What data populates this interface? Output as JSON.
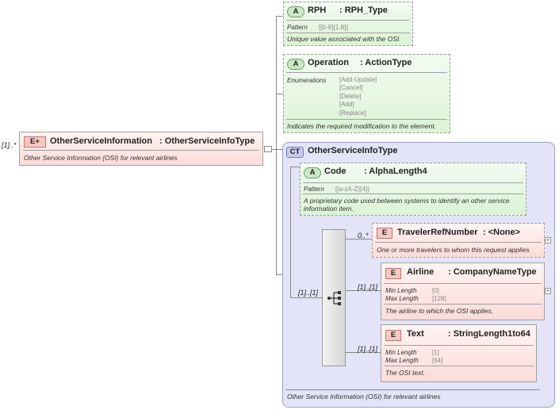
{
  "root": {
    "cardinality": "[1]..*",
    "badge": "E",
    "badge_suffix": "+",
    "name": "OtherServiceInformation",
    "type": ": OtherServiceInfoType",
    "description": "Other Service Information (OSI) for relevant airlines"
  },
  "attributes": [
    {
      "badge": "A",
      "name": "RPH",
      "type": ": RPH_Type",
      "facet_label": "Pattern",
      "facet_value": "[[0-9]{1,8}]",
      "description": "Unique value associated with the OSI."
    },
    {
      "badge": "A",
      "name": "Operation",
      "type": ": ActionType",
      "facet_label": "Enumerations",
      "enumerations": [
        "[Add-Update]",
        "[Cancel]",
        "[Delete]",
        "[Add]",
        "[Replace]"
      ],
      "description": "Indicates the required modification to the element."
    }
  ],
  "complex_type": {
    "badge": "CT",
    "name": "OtherServiceInfoType",
    "description": "Other Service Information (OSI) for relevant airlines",
    "code_attr": {
      "badge": "A",
      "name": "Code",
      "type": ": AlphaLength4",
      "facet_label": "Pattern",
      "facet_value": "[[a-zA-Z]{4}]",
      "description": "A proprietary code used between systems to identify an other service information item."
    },
    "sequence_cardinality": "[1]..[1]",
    "children": [
      {
        "cardinality": "0..*",
        "badge": "E",
        "name": "TravelerRefNumber",
        "type": ": <None>",
        "description": "One or more travelers to whom this request applies"
      },
      {
        "cardinality": "[1]..[1]",
        "badge": "E",
        "name": "Airline",
        "type": ": CompanyNameType",
        "facets": [
          {
            "label": "Min Length",
            "value": "[0]"
          },
          {
            "label": "Max Length",
            "value": "[128]"
          }
        ],
        "description": "The airline to which the OSI applies."
      },
      {
        "cardinality": "[1]..[1]",
        "badge": "E",
        "name": "Text",
        "type": ": StringLength1to64",
        "facets": [
          {
            "label": "Min Length",
            "value": "[1]"
          },
          {
            "label": "Max Length",
            "value": "[64]"
          }
        ],
        "description": "The OSI text."
      }
    ]
  }
}
